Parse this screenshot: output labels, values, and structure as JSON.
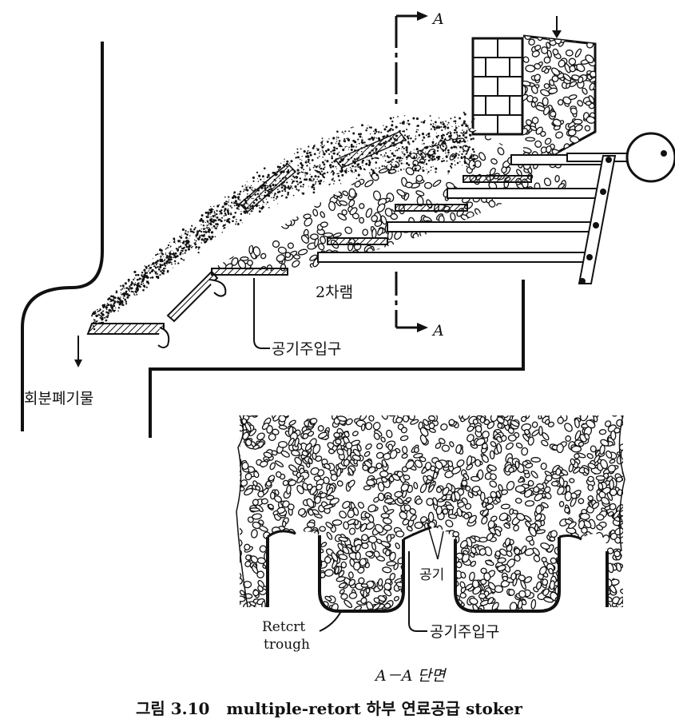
{
  "diagram": {
    "section_marker": "A",
    "labels": {
      "secondary_air": "2차램",
      "air_inlet_top": "공기주입구",
      "ash_discharge": "회분폐기물",
      "air": "공기",
      "air_inlet_bottom": "공기주입구",
      "retort_trough_line1": "Retcrt",
      "retort_trough_line2": "trough",
      "section_title": "A－A 단면"
    },
    "caption": "그림 3.10   multiple-retort 하부 연료공급 stoker"
  }
}
